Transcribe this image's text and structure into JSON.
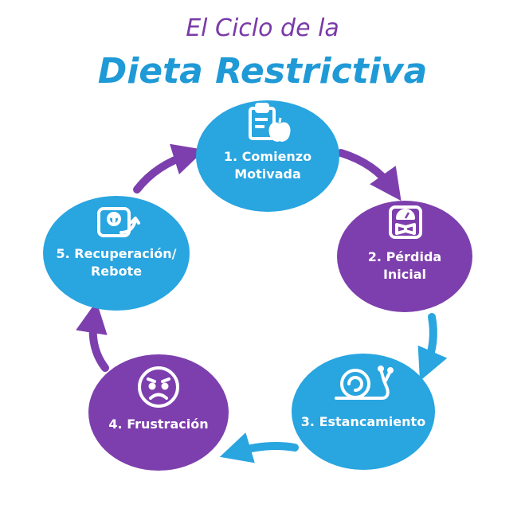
{
  "title": {
    "line1": "El Ciclo de la",
    "line2": "Dieta Restrictiva"
  },
  "colors": {
    "blue": "#29a5e0",
    "purple": "#7d3fad",
    "title_purple": "#7a3aa8",
    "title_blue": "#1f9ad6"
  },
  "nodes": [
    {
      "label_line1": "1. Comienzo",
      "label_line2": "Motivada",
      "icon": "clipboard-apple-icon",
      "color": "blue"
    },
    {
      "label_line1": "2. Pérdida",
      "label_line2": "Inicial",
      "icon": "scale-icon",
      "color": "purple"
    },
    {
      "label_line1": "3. Estancamiento",
      "label_line2": "",
      "icon": "snail-icon",
      "color": "blue"
    },
    {
      "label_line1": "4. Frustración",
      "label_line2": "",
      "icon": "sad-face-icon",
      "color": "purple"
    },
    {
      "label_line1": "5. Recuperación/",
      "label_line2": "Rebote",
      "icon": "scale-rebound-icon",
      "color": "blue"
    }
  ]
}
